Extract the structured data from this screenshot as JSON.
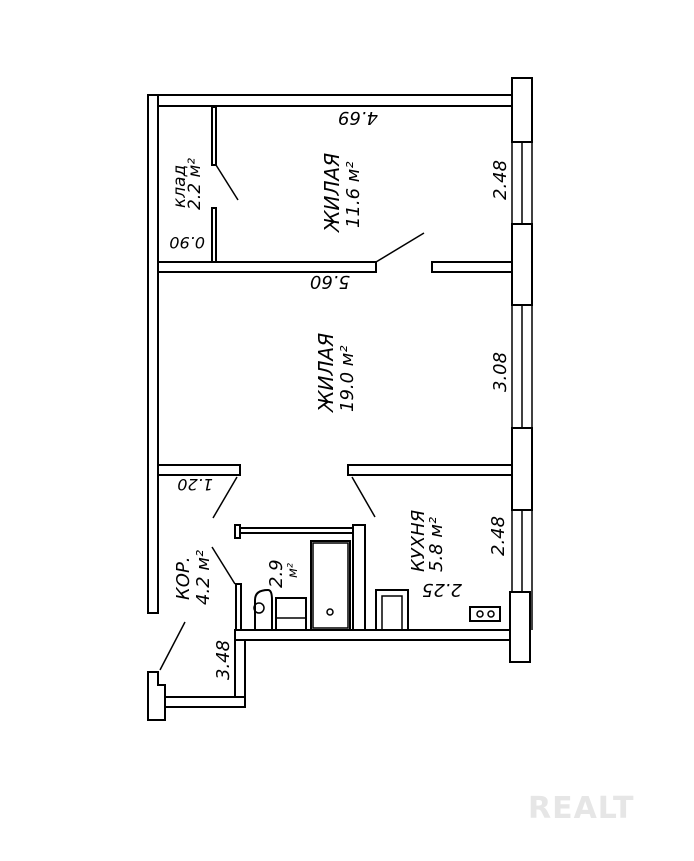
{
  "plan": {
    "rooms": [
      {
        "name": "клад",
        "area": "2.2 м²"
      },
      {
        "name": "ЖИЛАЯ",
        "area": "11.6 м²"
      },
      {
        "name": "ЖИЛАЯ",
        "area": "19.0 м²"
      },
      {
        "name": "КОР.",
        "area": "4.2 м²"
      },
      {
        "name": "2.9",
        "area": "м²"
      },
      {
        "name": "КУХНЯ",
        "area": "5.8 м²"
      }
    ],
    "dimensions": [
      "4.69",
      "0.90",
      "2.48",
      "5.60",
      "3.08",
      "1.20",
      "2.48",
      "2.25",
      "3.48"
    ]
  },
  "watermark": "REALT"
}
